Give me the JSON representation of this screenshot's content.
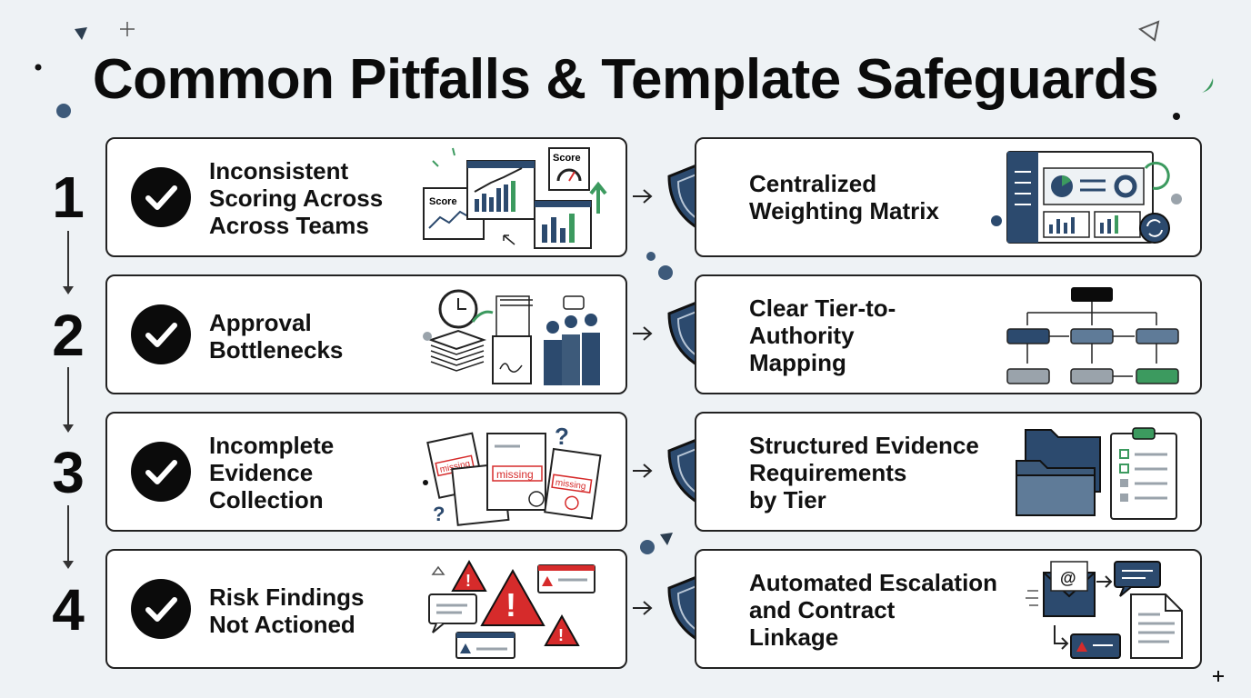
{
  "title": "Common Pitfalls & Template Safeguards",
  "rows": [
    {
      "number": "1",
      "pitfall": "Inconsistent\nScoring Across\nAcross Teams",
      "safeguard": "Centralized\nWeighting Matrix",
      "illus_labels": [
        "Score",
        "Score"
      ]
    },
    {
      "number": "2",
      "pitfall": "Approval\nBottlenecks",
      "safeguard": "Clear Tier-to-\nAuthority\nMapping"
    },
    {
      "number": "3",
      "pitfall": "Incomplete\nEvidence\nCollection",
      "safeguard": "Structured Evidence\nRequirements\nby Tier",
      "illus_labels": [
        "missing",
        "missing",
        "missing"
      ]
    },
    {
      "number": "4",
      "pitfall": "Risk Findings\nNot Actioned",
      "safeguard": "Automated Escalation\nand Contract\nLinkage"
    }
  ],
  "colors": {
    "navy": "#2c4a6e",
    "dark": "#0b0b0b",
    "green": "#3c9a5f",
    "red": "#d62b2b",
    "gray": "#9aa3ab"
  }
}
